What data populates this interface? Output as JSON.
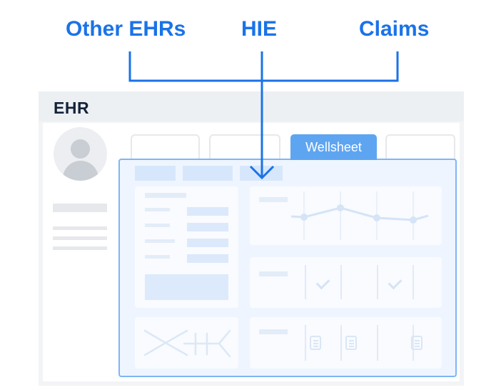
{
  "sources": {
    "other_ehrs": "Other EHRs",
    "hie": "HIE",
    "claims": "Claims"
  },
  "ehr": {
    "title": "EHR"
  },
  "wellsheet": {
    "tab_label": "Wellsheet"
  },
  "colors": {
    "accent": "#1a73e8",
    "overlay_border": "#7db6f6",
    "tab_fill": "#5ea5f1"
  },
  "icons": {
    "avatar": "person-icon",
    "check": "checkmark-icon",
    "document": "document-icon"
  }
}
